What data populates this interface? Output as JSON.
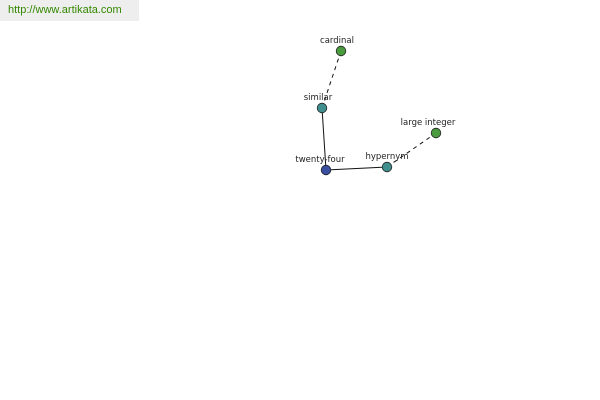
{
  "header": {
    "url_text": "http://www.artikata.com"
  },
  "graph": {
    "nodes": [
      {
        "id": "twenty-four",
        "label": "twenty-four",
        "color": "#3b4fa0"
      },
      {
        "id": "similar",
        "label": "similar",
        "color": "#3f8f8f"
      },
      {
        "id": "cardinal",
        "label": "cardinal",
        "color": "#4a9a3e"
      },
      {
        "id": "hypernym",
        "label": "hypernym",
        "color": "#3f8f8f"
      },
      {
        "id": "large-integer",
        "label": "large integer",
        "color": "#4a9a3e"
      }
    ],
    "edges": [
      {
        "from": "twenty-four",
        "to": "similar",
        "style": "solid"
      },
      {
        "from": "twenty-four",
        "to": "hypernym",
        "style": "solid"
      },
      {
        "from": "similar",
        "to": "cardinal",
        "style": "dashed"
      },
      {
        "from": "hypernym",
        "to": "large-integer",
        "style": "dashed"
      }
    ]
  }
}
